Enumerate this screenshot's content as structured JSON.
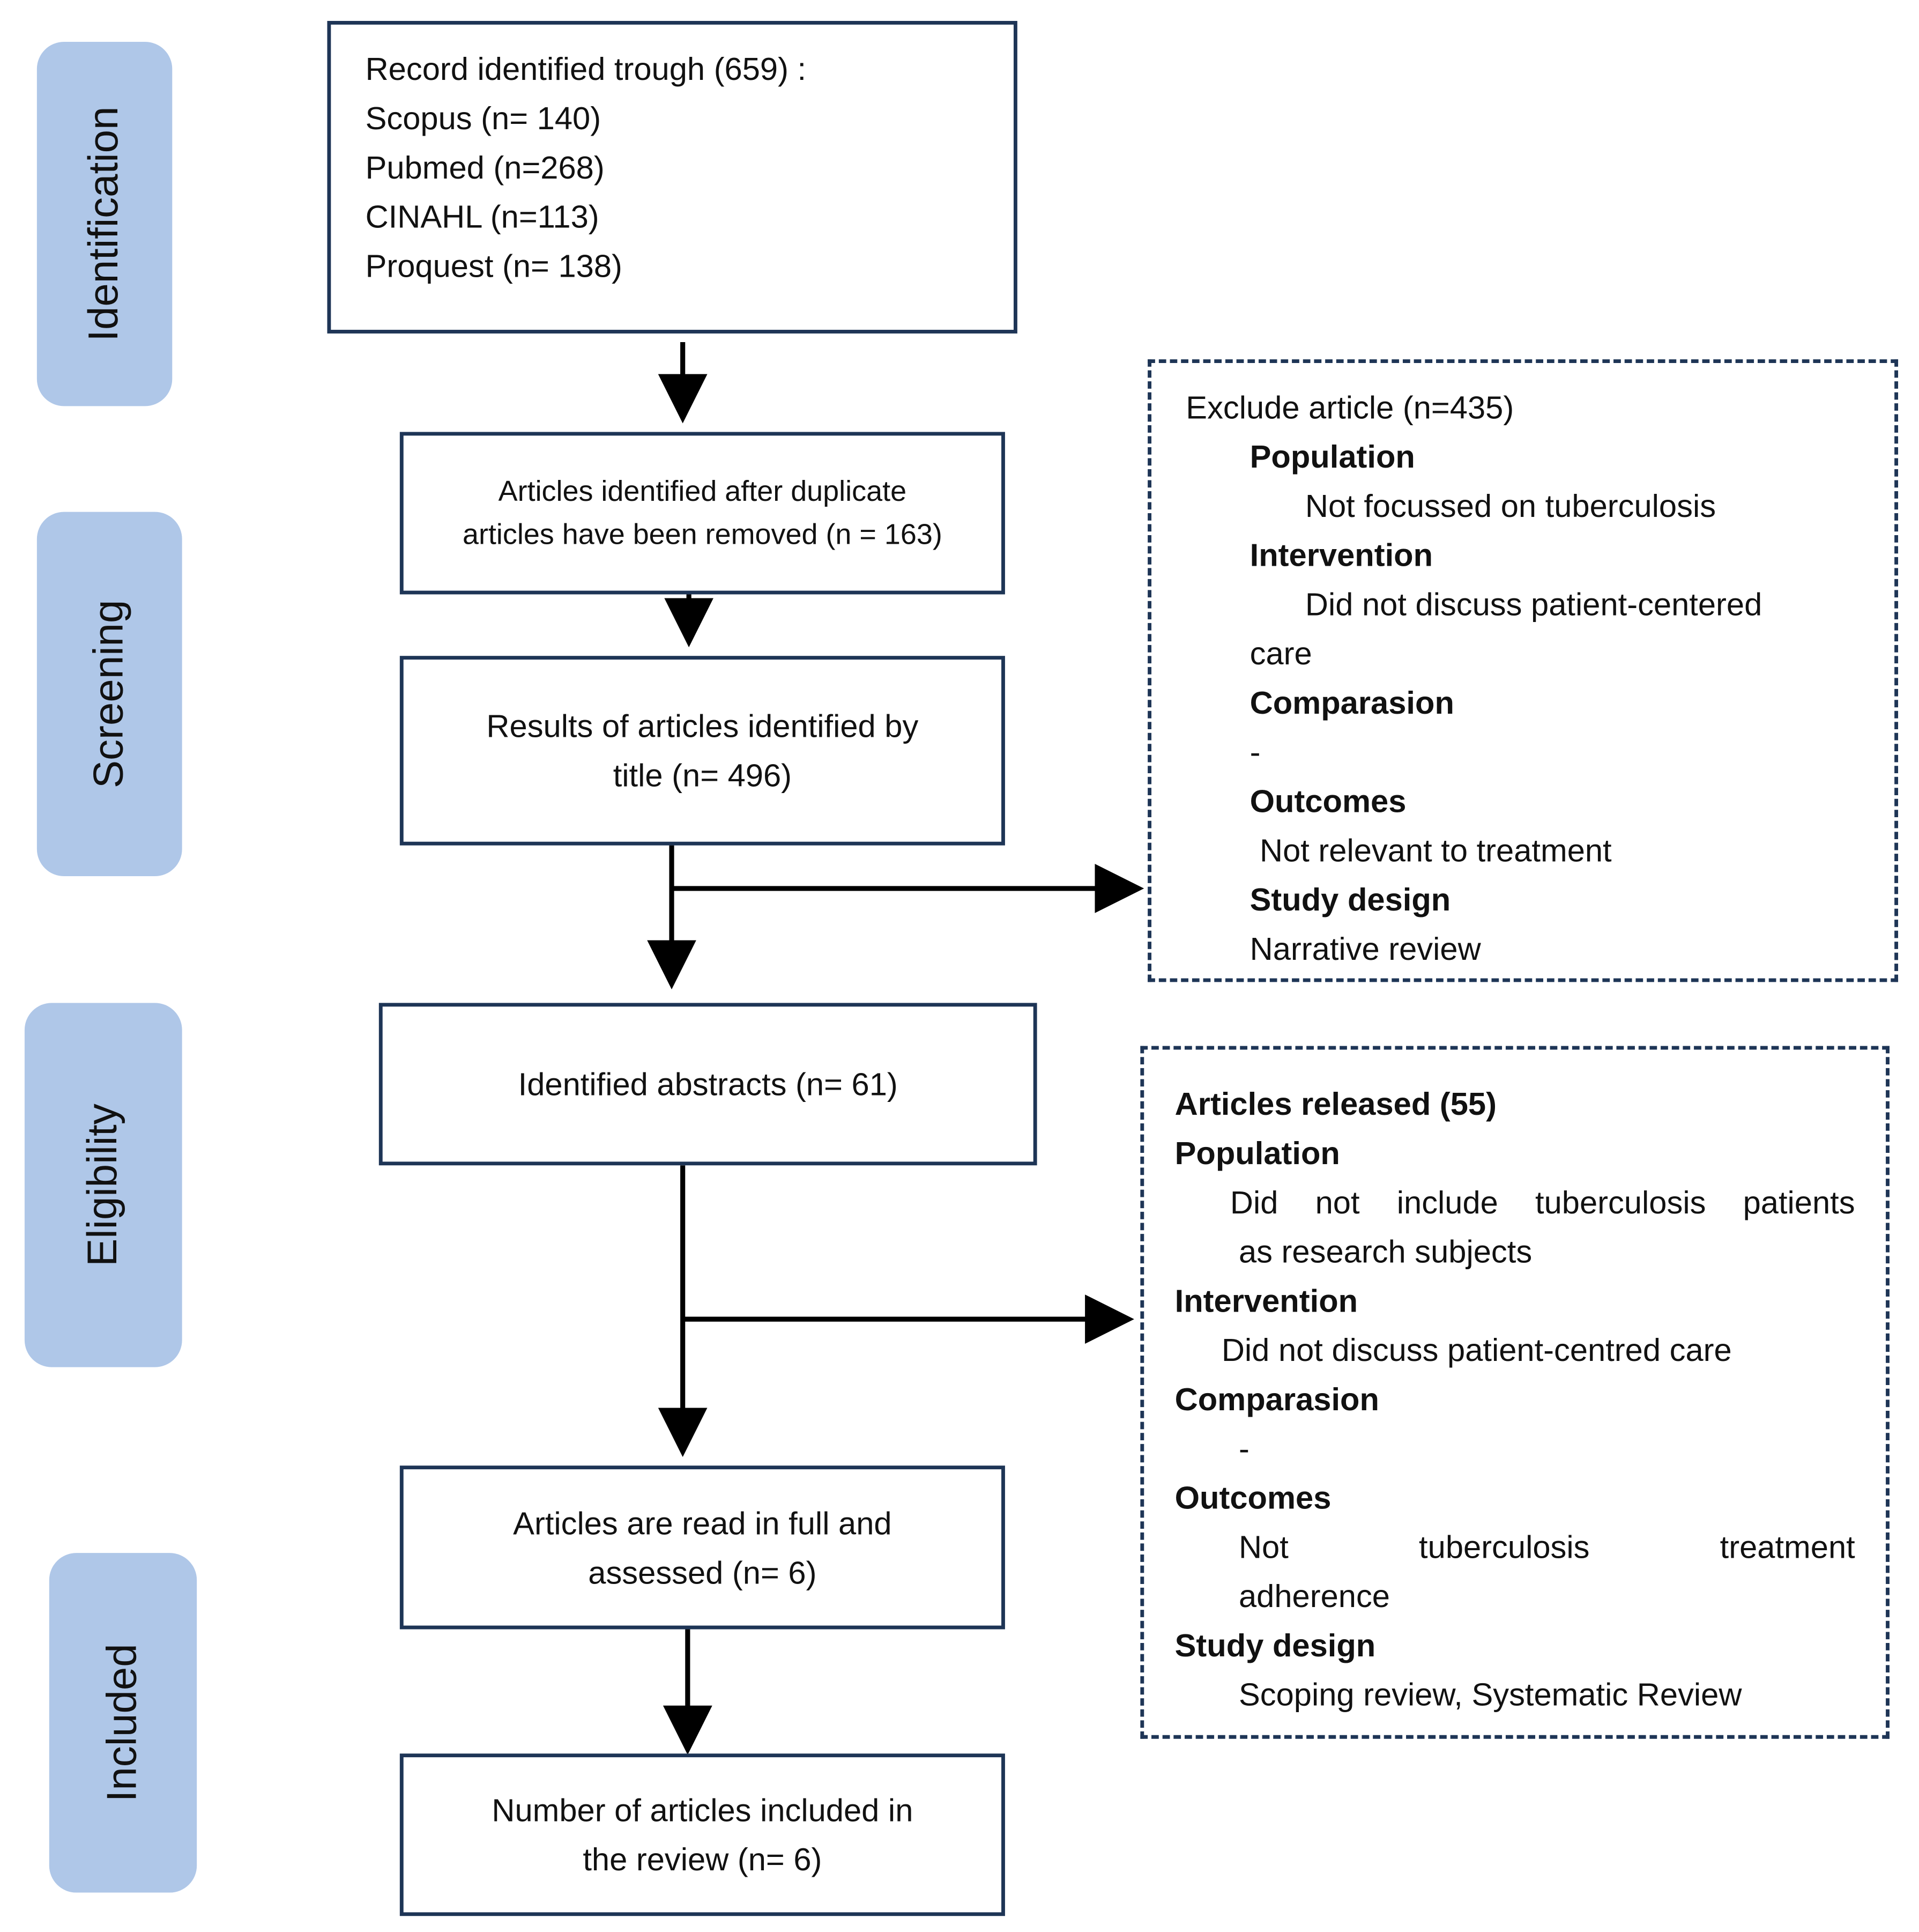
{
  "phases": {
    "identification": "Identification",
    "screening": "Screening",
    "eligibility": "Eligibility",
    "included": "Included"
  },
  "boxes": {
    "records": {
      "title": "Record identified trough (659) :",
      "sources": [
        "Scopus (n= 140)",
        "Pubmed (n=268)",
        "CINAHL (n=113)",
        "Proquest (n= 138)"
      ]
    },
    "duplicates_removed": [
      "Articles identified after duplicate",
      "articles have been removed (n = 163)"
    ],
    "title_screen": [
      "Results of articles identified by",
      "title (n= 496)"
    ],
    "abstracts": "Identified abstracts (n= 61)",
    "full_text": [
      "Articles are read in full and",
      "assessed (n= 6)"
    ],
    "included_review": [
      "Number of articles included in",
      "the review (n= 6)"
    ]
  },
  "exclusion_1": {
    "title": "Exclude article (n=435)",
    "population_heading": "Population",
    "population_text": "Not focussed on tuberculosis",
    "intervention_heading": "Intervention",
    "intervention_text_1": "Did not discuss patient-centered",
    "intervention_text_2": "care",
    "comparison_heading": "Comparasion",
    "comparison_text": "-",
    "outcomes_heading": "Outcomes",
    "outcomes_text": "Not relevant to treatment",
    "design_heading": "Study design",
    "design_text": "Narrative review"
  },
  "exclusion_2": {
    "title": "Articles released (55)",
    "population_heading": "Population",
    "population_text_1": [
      "Did",
      "not",
      "include",
      "tuberculosis",
      "patients"
    ],
    "population_text_2": "as research subjects",
    "intervention_heading": "Intervention",
    "intervention_text": "Did not discuss patient-centred care",
    "comparison_heading": "Comparasion",
    "comparison_text": "-",
    "outcomes_heading": "Outcomes",
    "outcomes_text_1": [
      "Not",
      "tuberculosis",
      "treatment"
    ],
    "outcomes_text_2": "adherence",
    "design_heading": "Study design",
    "design_text": "Scoping review, Systematic Review"
  }
}
